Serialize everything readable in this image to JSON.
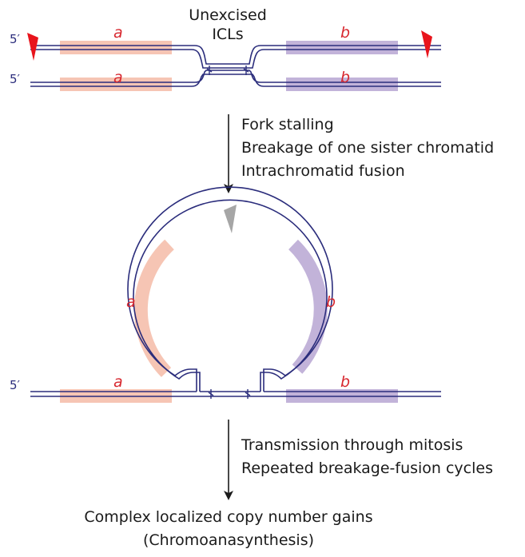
{
  "labels": {
    "unexcised_line1": "Unexcised",
    "unexcised_line2": "ICLs",
    "step1_line1": "Fork stalling",
    "step1_line2": "Breakage of one sister chromatid",
    "step1_line3": "Intrachromatid fusion",
    "step2_line1": "Transmission through mitosis",
    "step2_line2": "Repeated breakage-fusion cycles",
    "outcome_line1": "Complex localized copy number gains",
    "outcome_line2": "(Chromoanasynthesis)",
    "five_prime": "5′",
    "segment_a": "a",
    "segment_b": "b"
  },
  "colors": {
    "dna_strand": "#2b2d7c",
    "segment_a": "#f6c5b4",
    "segment_b": "#c2b3d9",
    "segment_text": "#d7262d",
    "break_marker_red": "#e8141c",
    "break_marker_gray": "#a6a6a6",
    "text": "#1a1a1a"
  }
}
